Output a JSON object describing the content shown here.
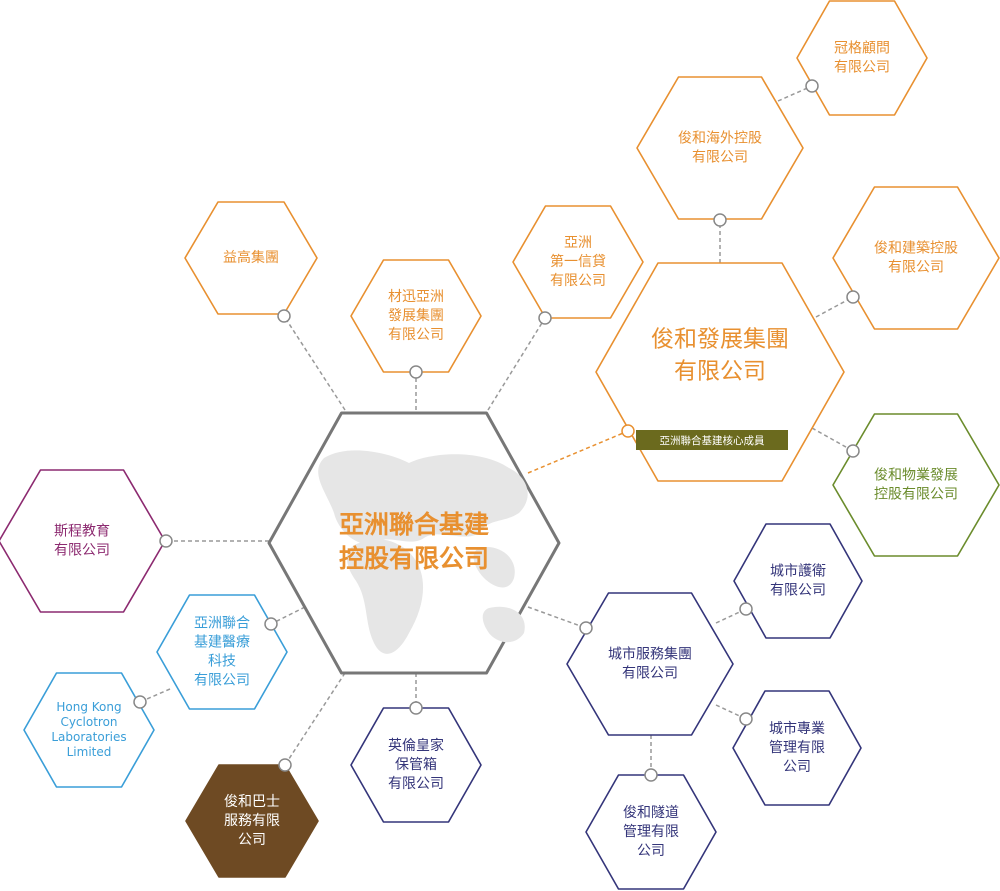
{
  "colors": {
    "orange": "#e89030",
    "gray": "#777777",
    "olive": "#6b8c2c",
    "olive_badge": "#6b6a1e",
    "purple": "#8c2a70",
    "blue": "#3a9ed8",
    "navy": "#34357a",
    "brown": "#6e4a23",
    "connector": "#999999",
    "map": "#e6e6e6"
  },
  "nodes": {
    "center": {
      "lines": [
        "亞洲聯合基建",
        "控股有限公司"
      ]
    },
    "junhe_dev": {
      "lines": [
        "俊和發展集團",
        "有限公司"
      ],
      "badge": "亞洲聯合基建核心成員"
    },
    "guange": {
      "lines": [
        "冠格顧問",
        "有限公司"
      ]
    },
    "overseas": {
      "lines": [
        "俊和海外控股",
        "有限公司"
      ]
    },
    "jianzhu": {
      "lines": [
        "俊和建築控股",
        "有限公司"
      ]
    },
    "wuye": {
      "lines": [
        "俊和物業發展",
        "控股有限公司"
      ]
    },
    "yigao": {
      "lines": [
        "益高集團"
      ]
    },
    "caixun": {
      "lines": [
        "材迅亞洲",
        "發展集團",
        "有限公司"
      ]
    },
    "first_credit": {
      "lines": [
        "亞洲",
        "第一信貸",
        "有限公司"
      ]
    },
    "sicheng": {
      "lines": [
        "斯程教育",
        "有限公司"
      ]
    },
    "medical": {
      "lines": [
        "亞洲聯合",
        "基建醫療",
        "科技",
        "有限公司"
      ]
    },
    "cyclotron": {
      "lines": [
        "Hong Kong",
        "Cyclotron",
        "Laboratories",
        "Limited"
      ]
    },
    "bus": {
      "lines": [
        "俊和巴士",
        "服務有限",
        "公司"
      ]
    },
    "vault": {
      "lines": [
        "英倫皇家",
        "保管箱",
        "有限公司"
      ]
    },
    "city_service": {
      "lines": [
        "城市服務集團",
        "有限公司"
      ]
    },
    "city_guard": {
      "lines": [
        "城市護衛",
        "有限公司"
      ]
    },
    "city_pro": {
      "lines": [
        "城市專業",
        "管理有限",
        "公司"
      ]
    },
    "tunnel": {
      "lines": [
        "俊和隧道",
        "管理有限",
        "公司"
      ]
    }
  }
}
